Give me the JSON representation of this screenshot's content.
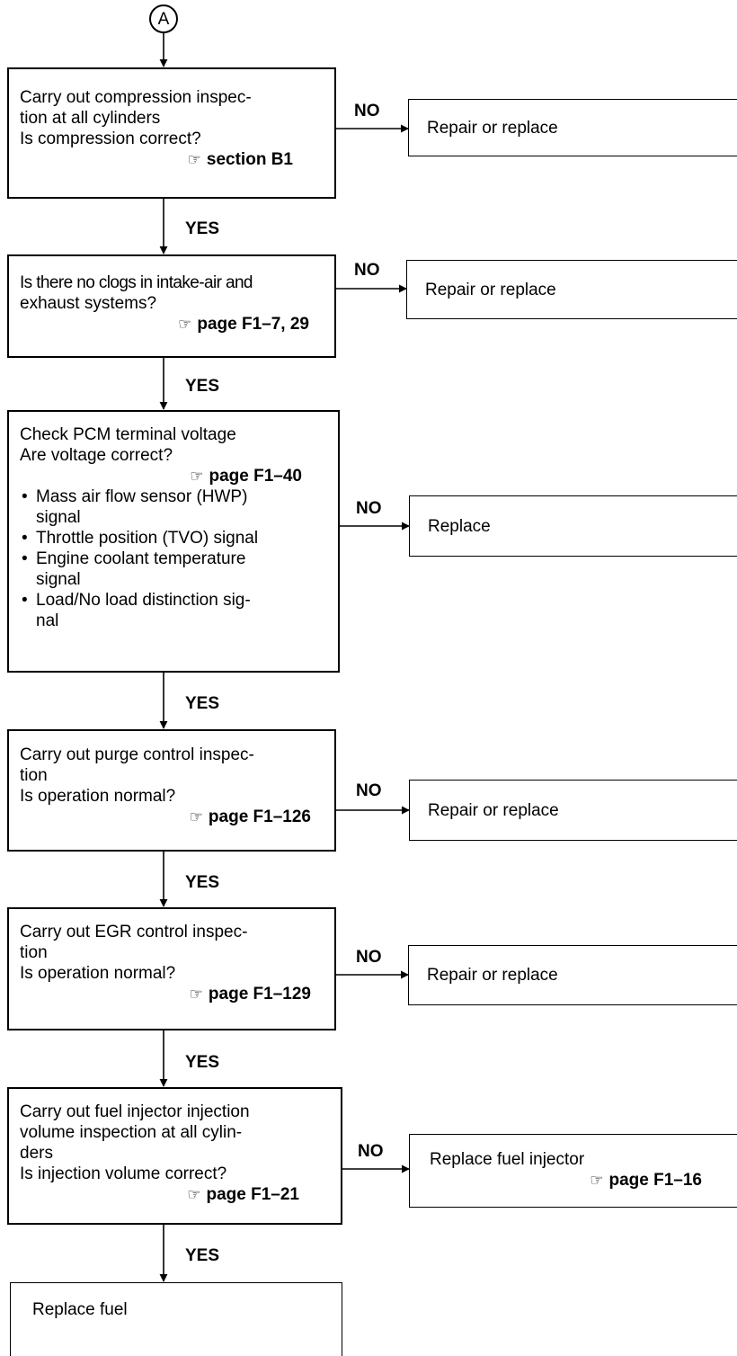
{
  "connector": {
    "label": "A"
  },
  "reference_icon": "pointing-hand-icon",
  "steps": [
    {
      "lines": [
        "Carry out compression inspec-",
        "tion at all cylinders",
        "Is compression correct?"
      ],
      "ref": "section B1",
      "no_label": "NO",
      "no_result": {
        "lines": [
          "Repair or replace"
        ],
        "ref": ""
      },
      "yes_label": "YES"
    },
    {
      "lines": [
        "Is there no clogs in intake-air and",
        "exhaust systems?"
      ],
      "ref": "page F1–7, 29",
      "no_label": "NO",
      "no_result": {
        "lines": [
          "Repair or replace"
        ],
        "ref": ""
      },
      "yes_label": "YES"
    },
    {
      "lines": [
        "Check PCM terminal voltage",
        "Are voltage correct?"
      ],
      "ref": "page F1–40",
      "bullets": [
        [
          "Mass air flow sensor (HWP)",
          "signal"
        ],
        [
          "Throttle position (TVO) signal"
        ],
        [
          "Engine coolant temperature",
          "signal"
        ],
        [
          "Load/No load distinction sig-",
          "nal"
        ]
      ],
      "no_label": "NO",
      "no_result": {
        "lines": [
          "Replace"
        ],
        "ref": ""
      },
      "yes_label": "YES"
    },
    {
      "lines": [
        "Carry out purge control inspec-",
        "tion",
        "Is operation normal?"
      ],
      "ref": "page F1–126",
      "no_label": "NO",
      "no_result": {
        "lines": [
          "Repair or replace"
        ],
        "ref": ""
      },
      "yes_label": "YES"
    },
    {
      "lines": [
        "Carry out EGR control inspec-",
        "tion",
        "Is operation normal?"
      ],
      "ref": "page F1–129",
      "no_label": "NO",
      "no_result": {
        "lines": [
          "Repair or replace"
        ],
        "ref": ""
      },
      "yes_label": "YES"
    },
    {
      "lines": [
        "Carry out fuel injector injection",
        "volume inspection at all cylin-",
        "ders",
        "Is injection volume correct?"
      ],
      "ref": "page F1–21",
      "no_label": "NO",
      "no_result": {
        "lines": [
          "Replace fuel injector"
        ],
        "ref": "page F1–16"
      },
      "yes_label": "YES"
    }
  ],
  "final": {
    "lines": [
      "Replace fuel"
    ]
  }
}
